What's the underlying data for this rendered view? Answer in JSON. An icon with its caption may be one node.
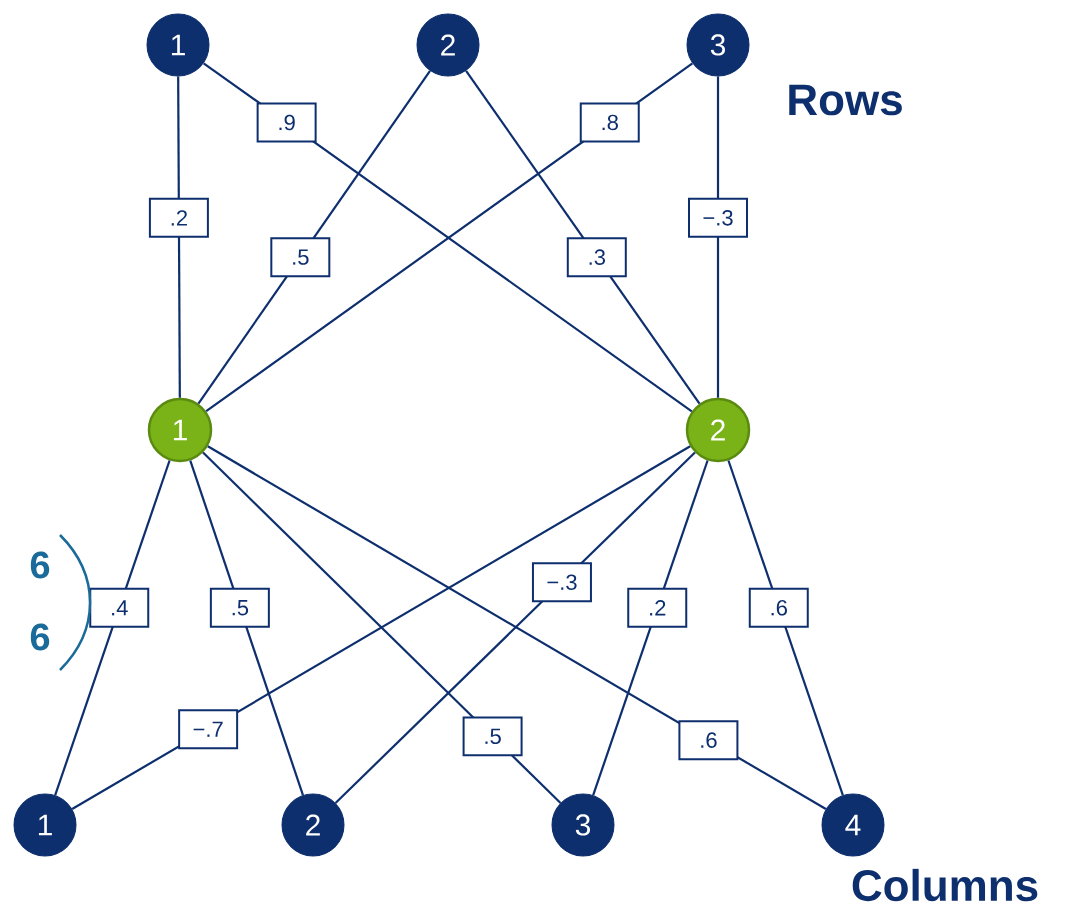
{
  "diagram": {
    "nodes": [
      {
        "text": [
          "1"
        ]
      },
      {
        "text": [
          "2"
        ]
      },
      {
        "text": [
          "3"
        ]
      },
      {
        "text": [
          "1"
        ]
      },
      {
        "text": [
          "2"
        ]
      },
      {
        "text": [
          "1"
        ]
      },
      {
        "text": [
          "2"
        ]
      },
      {
        "text": [
          "3"
        ]
      },
      {
        "text": [
          "4"
        ]
      }
    ],
    "edges": [
      {
        "from": 0,
        "to": 3,
        "arrow": "none",
        "label": ".2"
      },
      {
        "from": 0,
        "to": 4,
        "arrow": "none",
        "label": ".9"
      },
      {
        "from": 1,
        "to": 3,
        "arrow": "none",
        "label": ".5"
      },
      {
        "from": 1,
        "to": 4,
        "arrow": "none",
        "label": ".3"
      },
      {
        "from": 2,
        "to": 3,
        "arrow": "none",
        "label": ".8"
      },
      {
        "from": 2,
        "to": 4,
        "arrow": "none",
        "label": "−.3"
      },
      {
        "from": 3,
        "to": 5,
        "arrow": "none",
        "label": ".4"
      },
      {
        "from": 3,
        "to": 6,
        "arrow": "none",
        "label": ".5"
      },
      {
        "from": 3,
        "to": 7,
        "arrow": "none",
        "label": ".5"
      },
      {
        "from": 3,
        "to": 8,
        "arrow": "none",
        "label": ".6"
      },
      {
        "from": 4,
        "to": 5,
        "arrow": "none",
        "label": "−.7"
      },
      {
        "from": 4,
        "to": 6,
        "arrow": "none",
        "label": "−.3"
      },
      {
        "from": 4,
        "to": 7,
        "arrow": "none",
        "label": ".2"
      },
      {
        "from": 4,
        "to": 8,
        "arrow": "none",
        "label": ".6"
      }
    ],
    "labels": [
      "Rows",
      "6",
      "6",
      "Columns"
    ]
  }
}
